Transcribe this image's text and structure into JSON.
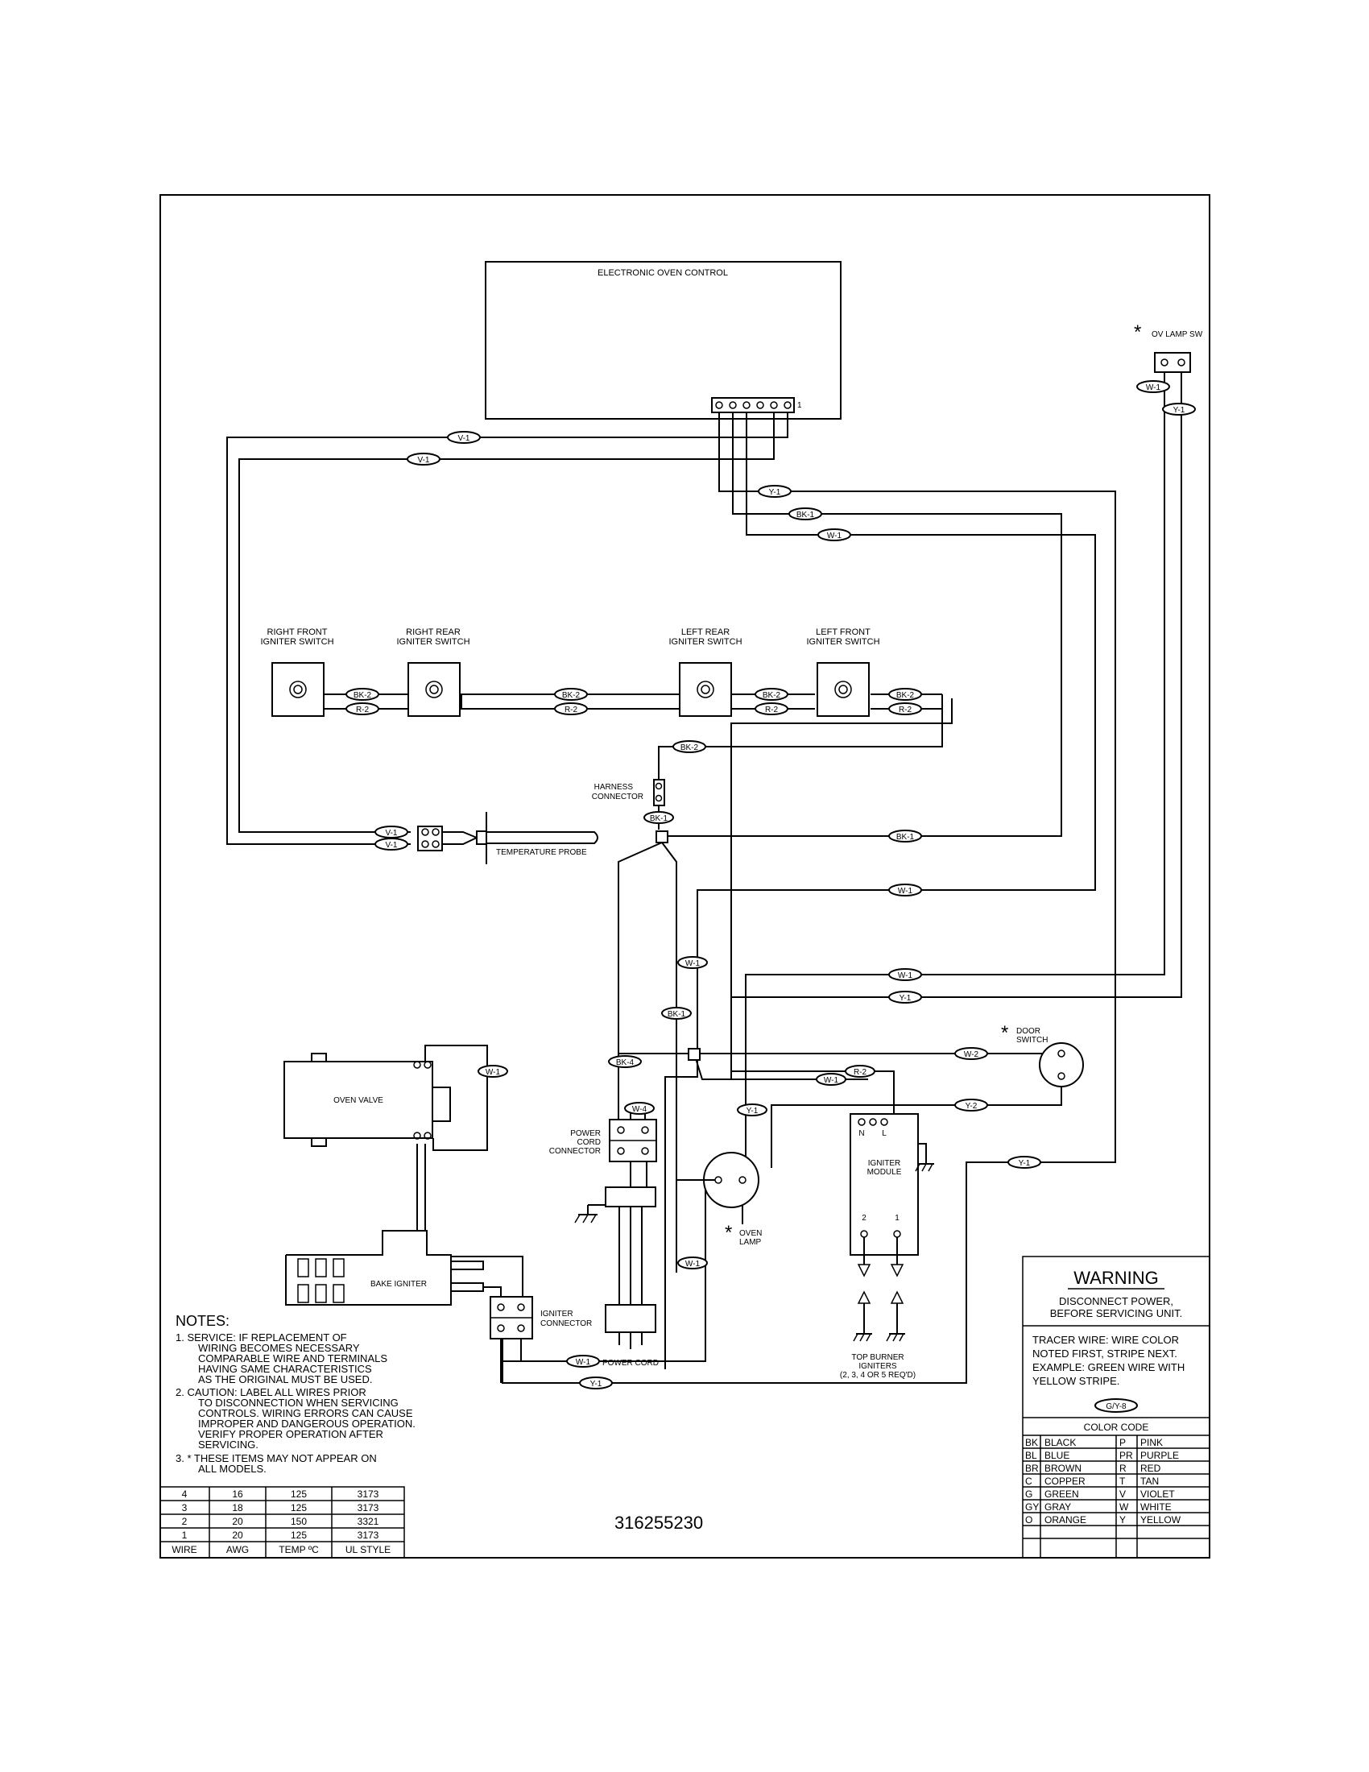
{
  "labels": {
    "control": "ELECTRONIC OVEN CONTROL",
    "control_pin": "1",
    "ov_lamp_sw": "OV LAMP SW",
    "right_front_1": "RIGHT FRONT",
    "right_front_2": "IGNITER SWITCH",
    "right_rear_1": "RIGHT REAR",
    "right_rear_2": "IGNITER SWITCH",
    "left_rear_1": "LEFT REAR",
    "left_rear_2": "IGNITER SWITCH",
    "left_front_1": "LEFT FRONT",
    "left_front_2": "IGNITER SWITCH",
    "harness_1": "HARNESS",
    "harness_2": "CONNECTOR",
    "temp_probe": "TEMPERATURE PROBE",
    "door_1": "DOOR",
    "door_2": "SWITCH",
    "oven_valve": "OVEN VALVE",
    "power_cord_conn_1": "POWER",
    "power_cord_conn_2": "CORD",
    "power_cord_conn_3": "CONNECTOR",
    "igniter_module_1": "IGNITER",
    "igniter_module_2": "MODULE",
    "module_n": "N",
    "module_l": "L",
    "module_2": "2",
    "module_1": "1",
    "oven_lamp_1": "OVEN",
    "oven_lamp_2": "LAMP",
    "bake_igniter": "BAKE IGNITER",
    "igniter_conn_1": "IGNITER",
    "igniter_conn_2": "CONNECTOR",
    "power_cord": "POWER CORD",
    "top_burner_1": "TOP BURNER",
    "top_burner_2": "IGNITERS",
    "top_burner_3": "(2, 3, 4 OR 5 REQ'D)",
    "asterisk": "*",
    "part_number": "316255230"
  },
  "wire_tags": {
    "v1": "V-1",
    "y1": "Y-1",
    "bk1": "BK-1",
    "w1": "W-1",
    "bk2": "BK-2",
    "r2": "R-2",
    "bk4": "BK-4",
    "w4": "W-4",
    "w2": "W-2",
    "y2": "Y-2"
  },
  "notes": {
    "title": "NOTES:",
    "n1": [
      "1.  SERVICE:  IF REPLACEMENT OF",
      "WIRING BECOMES NECESSARY",
      "COMPARABLE WIRE AND TERMINALS",
      "HAVING SAME CHARACTERISTICS",
      "AS THE ORIGINAL MUST BE USED."
    ],
    "n2": [
      "2.  CAUTION:  LABEL ALL WIRES PRIOR",
      "TO DISCONNECTION WHEN SERVICING",
      "CONTROLS.  WIRING ERRORS CAN CAUSE",
      "IMPROPER AND DANGEROUS OPERATION.",
      "VERIFY PROPER OPERATION AFTER",
      "SERVICING."
    ],
    "n3": [
      "3.  *  THESE ITEMS MAY NOT APPEAR ON",
      "ALL MODELS."
    ]
  },
  "wire_table": {
    "headers": [
      "WIRE",
      "AWG",
      "TEMP ºC",
      "UL STYLE"
    ],
    "rows": [
      [
        "4",
        "16",
        "125",
        "3173"
      ],
      [
        "3",
        "18",
        "125",
        "3173"
      ],
      [
        "2",
        "20",
        "150",
        "3321"
      ],
      [
        "1",
        "20",
        "125",
        "3173"
      ]
    ]
  },
  "warning": {
    "title": "WARNING",
    "line1": "DISCONNECT POWER,",
    "line2": "BEFORE SERVICING UNIT.",
    "tracer": [
      "TRACER WIRE:  WIRE COLOR",
      "NOTED FIRST, STRIPE NEXT.",
      "EXAMPLE:  GREEN WIRE WITH",
      "YELLOW STRIPE."
    ],
    "example_tag": "G/Y-8",
    "color_code_title": "COLOR CODE",
    "color_code": [
      [
        "BK",
        "BLACK",
        "P",
        "PINK"
      ],
      [
        "BL",
        "BLUE",
        "PR",
        "PURPLE"
      ],
      [
        "BR",
        "BROWN",
        "R",
        "RED"
      ],
      [
        "C",
        "COPPER",
        "T",
        "TAN"
      ],
      [
        "G",
        "GREEN",
        "V",
        "VIOLET"
      ],
      [
        "GY",
        "GRAY",
        "W",
        "WHITE"
      ],
      [
        "O",
        "ORANGE",
        "Y",
        "YELLOW"
      ]
    ]
  }
}
